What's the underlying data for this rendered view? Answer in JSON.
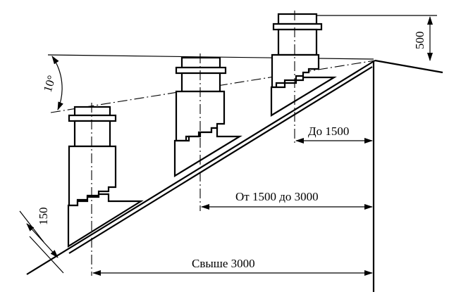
{
  "labels": {
    "angle": "10°",
    "height": "500",
    "offset": "150",
    "dim_near": "До 1500",
    "dim_mid": "От 1500 до 3000",
    "dim_far": "Свыше 3000"
  },
  "icons": {
    "arrow": "filled-triangle-arrowhead"
  },
  "colors": {
    "ink": "#000000",
    "paper": "#ffffff"
  }
}
